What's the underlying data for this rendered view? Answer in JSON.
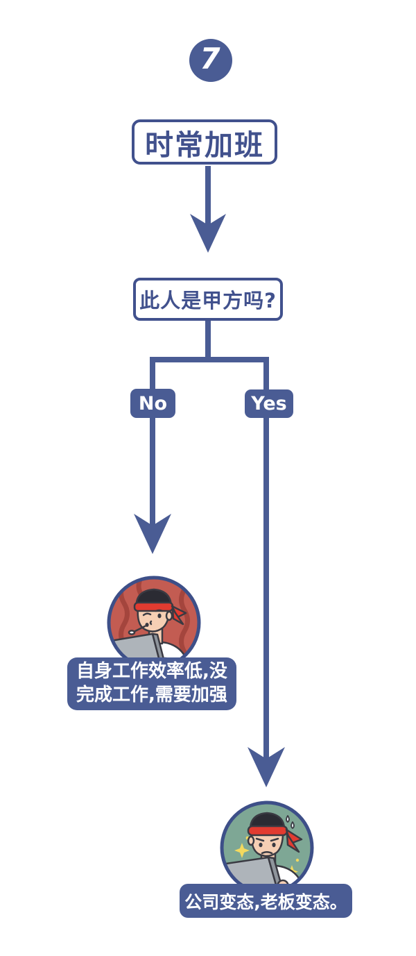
{
  "page": {
    "background": "#FFFFFF"
  },
  "theme": {
    "accent_blue": "#4A5C94",
    "ink_blue": "#41518D",
    "circle_border_blue": "#3D4F88",
    "illustration_no_bg": "#C35C52",
    "illustration_no_steam": "#A4453D",
    "illustration_yes_bg": "#7EA795",
    "headband_red": "#E23B30",
    "sparkle_yellow": "#F3D95E",
    "laptop_gray": "#AEB4BA",
    "skin": "#F6CFB4"
  },
  "badge": {
    "number": "7"
  },
  "flowchart": {
    "root": {
      "label": "时常加班"
    },
    "question": {
      "label": "此人是甲方吗?"
    },
    "no_branch": {
      "label": "No",
      "result": "自身工作效率低,没\n完成工作,需要加强",
      "illustration": "annoyed-whistling-worker-at-laptop"
    },
    "yes_branch": {
      "label": "Yes",
      "result": "公司变态,老板变态。",
      "illustration": "worried-sweating-worker-at-laptop"
    }
  }
}
